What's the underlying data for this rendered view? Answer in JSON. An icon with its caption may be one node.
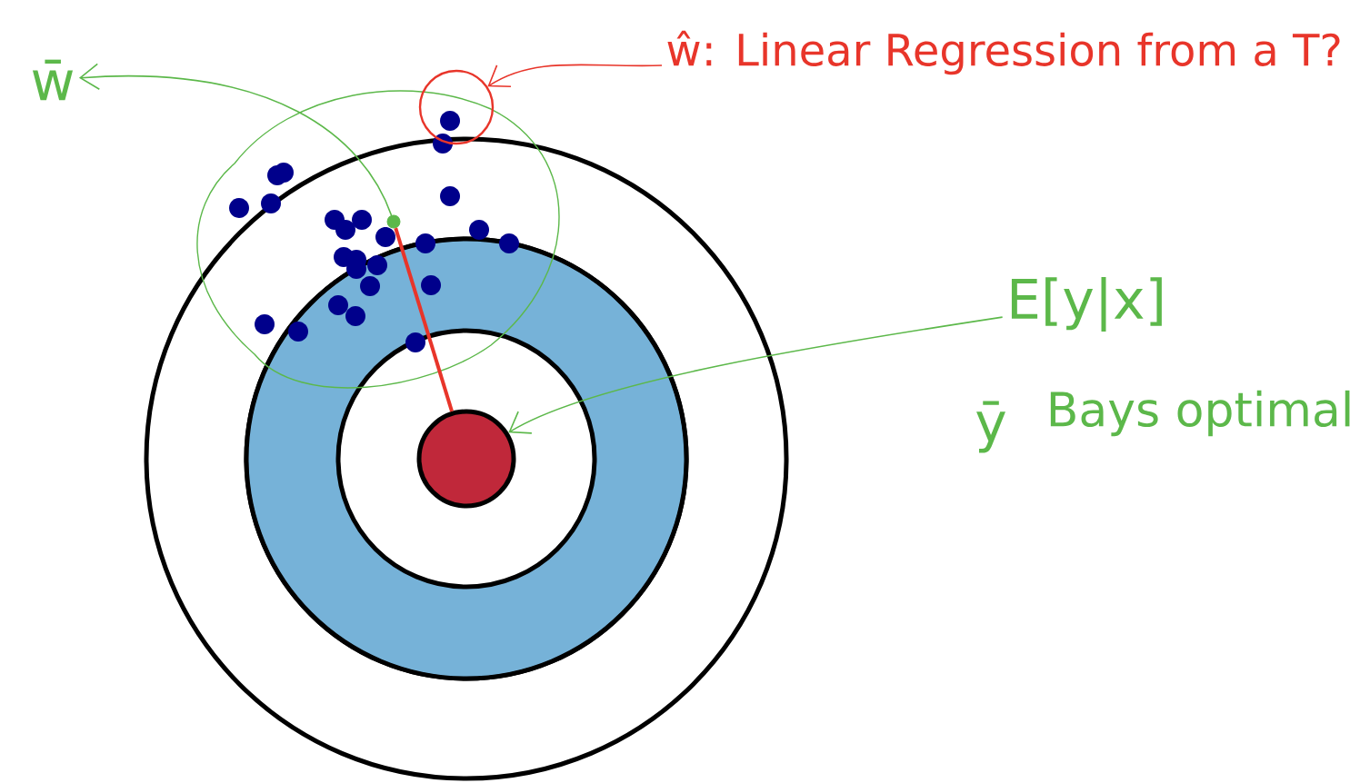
{
  "diagram": {
    "nodes": [
      {
        "text": [
          "w̄"
        ]
      },
      {
        "text": [
          "ŵ: Linear Regression from a T?"
        ]
      },
      {
        "text": [
          "E[y|x]"
        ]
      },
      {
        "text": [],
        "shape": "circle"
      },
      {
        "text": [],
        "shape": "circle"
      },
      {
        "text": [],
        "shape": "circle"
      }
    ],
    "edges": [
      {
        "from": 4,
        "to": 0,
        "arrow": "to",
        "color": "#5cb84a"
      },
      {
        "from": 1,
        "to": 5,
        "arrow": "to",
        "color": "#e8352a"
      },
      {
        "from": 2,
        "to": 3,
        "arrow": "to",
        "color": "#5cb84a"
      },
      {
        "from": 4,
        "to": 3,
        "arrow": "none",
        "style": "thick",
        "color": "#e8352a"
      }
    ],
    "labels": [
      "ȳ",
      "Bays optimal"
    ]
  }
}
